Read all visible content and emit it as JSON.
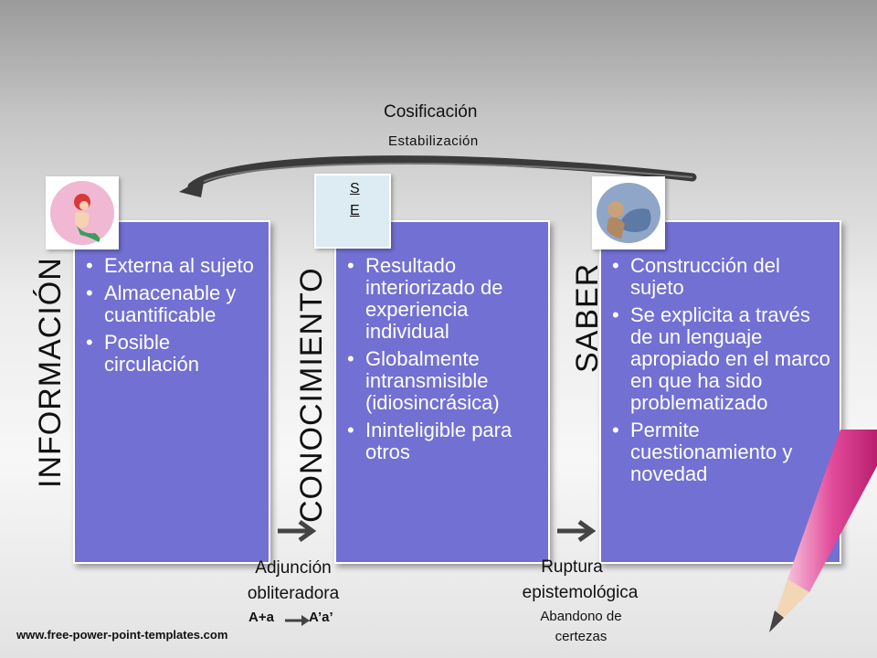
{
  "top": {
    "cosificacion": "Cosificación",
    "estabilizacion": "Estabilización"
  },
  "columns": [
    {
      "label": "INFORMACIÓN",
      "items": [
        "Externa al sujeto",
        "Almacenable y cuantificable",
        "Posible circulación"
      ]
    },
    {
      "label": "CONOCIMIENTO",
      "badge_line1": "S",
      "badge_line2": "E",
      "items": [
        "Resultado interiorizado de experiencia individual",
        "Globalmente intransmisible (idiosincrásica)",
        "Ininteligible para otros"
      ]
    },
    {
      "label": "SABER",
      "items": [
        "Construcción del sujeto",
        "Se explicita a través de un lenguaje apropiado en el marco en que ha sido problematizado",
        "Permite cuestionamiento y novedad"
      ]
    }
  ],
  "transition1": {
    "line1": "Adjunción",
    "line2": "obliteradora",
    "formula_left": "A+a",
    "formula_right": "A’a’"
  },
  "transition2": {
    "line1": "Ruptura",
    "line2": "epistemológica",
    "line3": "Abandono de",
    "line4": "certezas"
  },
  "footer": {
    "url": "www.free-power-point-templates.com"
  },
  "colors": {
    "card": "#7270d2",
    "arrow": "#444444"
  }
}
